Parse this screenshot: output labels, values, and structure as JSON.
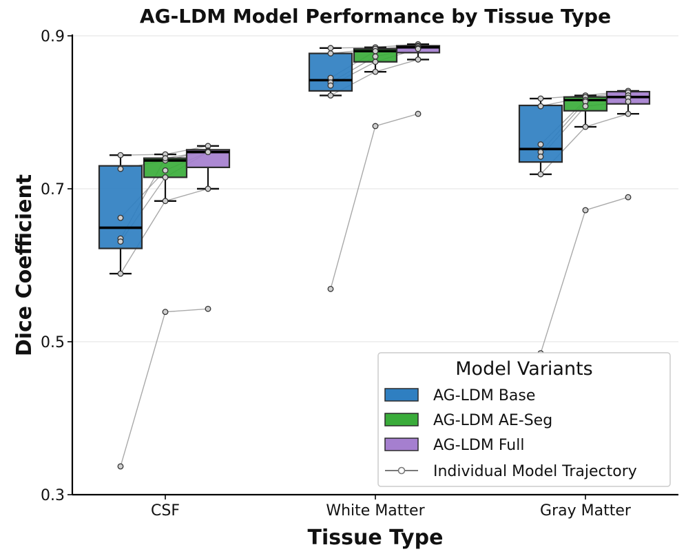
{
  "chart_data": {
    "type": "box",
    "title": "AG-LDM Model Performance by Tissue Type",
    "xlabel": "Tissue Type",
    "ylabel": "Dice Coefficient",
    "ylim": [
      0.3,
      0.9
    ],
    "yticks": [
      "0.3",
      "0.5",
      "0.7",
      "0.9"
    ],
    "grid": "horizontal",
    "categories": [
      "CSF",
      "White Matter",
      "Gray Matter"
    ],
    "series": [
      {
        "name": "AG-LDM Base",
        "color": "#2f7fc1",
        "boxes": [
          {
            "whisker_low": 0.589,
            "q1": 0.622,
            "median": 0.649,
            "q3": 0.73,
            "whisker_high": 0.744
          },
          {
            "whisker_low": 0.822,
            "q1": 0.828,
            "median": 0.842,
            "q3": 0.877,
            "whisker_high": 0.884
          },
          {
            "whisker_low": 0.719,
            "q1": 0.735,
            "median": 0.752,
            "q3": 0.809,
            "whisker_high": 0.818
          }
        ]
      },
      {
        "name": "AG-LDM AE-Seg",
        "color": "#3aac3a",
        "boxes": [
          {
            "whisker_low": 0.684,
            "q1": 0.715,
            "median": 0.737,
            "q3": 0.74,
            "whisker_high": 0.745
          },
          {
            "whisker_low": 0.853,
            "q1": 0.866,
            "median": 0.88,
            "q3": 0.883,
            "whisker_high": 0.885
          },
          {
            "whisker_low": 0.781,
            "q1": 0.802,
            "median": 0.816,
            "q3": 0.82,
            "whisker_high": 0.822
          }
        ]
      },
      {
        "name": "AG-LDM Full",
        "color": "#a57fcf",
        "boxes": [
          {
            "whisker_low": 0.7,
            "q1": 0.728,
            "median": 0.748,
            "q3": 0.751,
            "whisker_high": 0.756
          },
          {
            "whisker_low": 0.869,
            "q1": 0.878,
            "median": 0.885,
            "q3": 0.887,
            "whisker_high": 0.889
          },
          {
            "whisker_low": 0.798,
            "q1": 0.811,
            "median": 0.82,
            "q3": 0.827,
            "whisker_high": 0.828
          }
        ]
      }
    ],
    "trajectories": [
      {
        "category": "CSF",
        "values": [
          0.744,
          0.745,
          0.756
        ]
      },
      {
        "category": "CSF",
        "values": [
          0.726,
          0.737,
          0.75
        ]
      },
      {
        "category": "CSF",
        "values": [
          0.662,
          0.724,
          0.748
        ]
      },
      {
        "category": "CSF",
        "values": [
          0.635,
          0.74,
          0.749
        ]
      },
      {
        "category": "CSF",
        "values": [
          0.631,
          0.715,
          0.748
        ]
      },
      {
        "category": "CSF",
        "values": [
          0.589,
          0.684,
          0.7
        ]
      },
      {
        "category": "CSF",
        "values": [
          0.337,
          0.539,
          0.543
        ]
      },
      {
        "category": "White Matter",
        "values": [
          0.884,
          0.885,
          0.889
        ]
      },
      {
        "category": "White Matter",
        "values": [
          0.877,
          0.883,
          0.887
        ]
      },
      {
        "category": "White Matter",
        "values": [
          0.845,
          0.88,
          0.886
        ]
      },
      {
        "category": "White Matter",
        "values": [
          0.839,
          0.873,
          0.884
        ]
      },
      {
        "category": "White Matter",
        "values": [
          0.835,
          0.866,
          0.883
        ]
      },
      {
        "category": "White Matter",
        "values": [
          0.822,
          0.853,
          0.869
        ]
      },
      {
        "category": "White Matter",
        "values": [
          0.569,
          0.782,
          0.798
        ]
      },
      {
        "category": "Gray Matter",
        "values": [
          0.818,
          0.822,
          0.828
        ]
      },
      {
        "category": "Gray Matter",
        "values": [
          0.808,
          0.82,
          0.826
        ]
      },
      {
        "category": "Gray Matter",
        "values": [
          0.758,
          0.816,
          0.822
        ]
      },
      {
        "category": "Gray Matter",
        "values": [
          0.748,
          0.814,
          0.819
        ]
      },
      {
        "category": "Gray Matter",
        "values": [
          0.742,
          0.808,
          0.814
        ]
      },
      {
        "category": "Gray Matter",
        "values": [
          0.719,
          0.781,
          0.798
        ]
      },
      {
        "category": "Gray Matter",
        "values": [
          0.485,
          0.672,
          0.689
        ]
      }
    ],
    "legend": {
      "title": "Model Variants",
      "placement": "lower-right",
      "trajectory_label": "Individual Model Trajectory"
    }
  }
}
